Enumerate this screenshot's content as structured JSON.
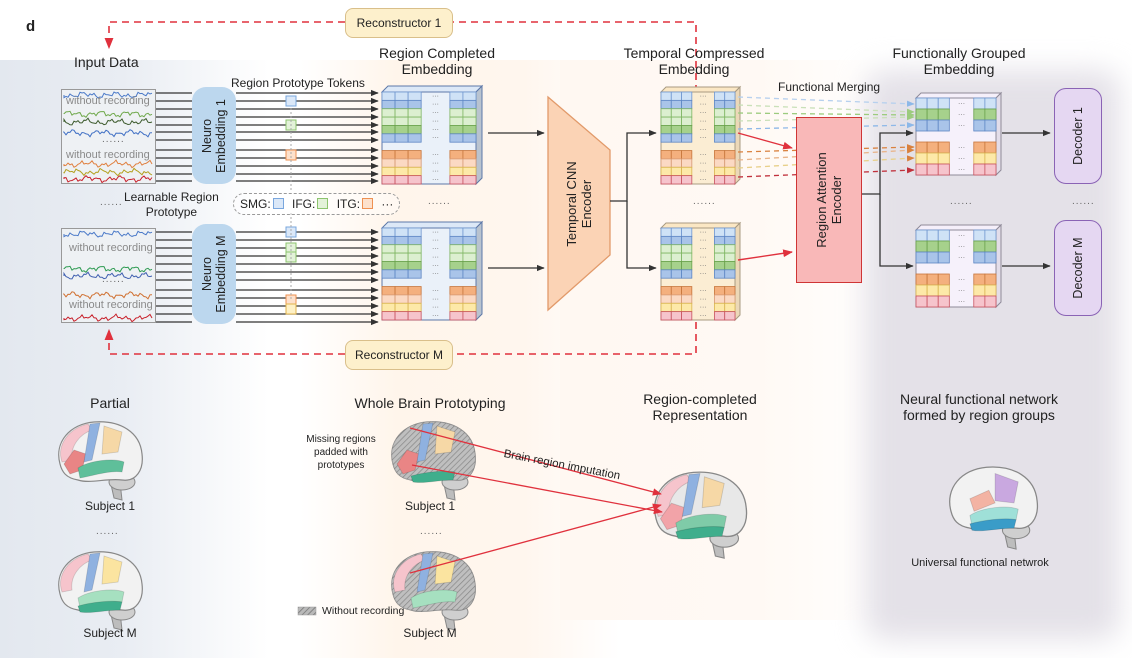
{
  "panel_label": "d",
  "colors": {
    "reconstructor_fill": "#fdf0cc",
    "neuro_embedding_fill": "#bcd7ee",
    "cnn_encoder_fill": "#fbd3b5",
    "region_attention_fill": "#f9b8b8",
    "decoder_fill": "#e5d7f2",
    "feedback_arrow": "#e0313d",
    "region_blue_light": "#cfe2f6",
    "region_blue": "#a9c4e9",
    "region_green_light": "#dcefd0",
    "region_green": "#a6d18c",
    "region_orange": "#f4b07e",
    "region_peach": "#fbd9c3",
    "region_yellow": "#fde9a8",
    "region_pink": "#f6c4cc"
  },
  "top_flow": {
    "input_data_title": "Input Data",
    "reconstructor_1": "Reconstructor 1",
    "reconstructor_m": "Reconstructor M",
    "region_prototype_tokens": "Region Prototype Tokens",
    "region_completed_embedding": [
      "Region Completed",
      "Embedding"
    ],
    "temporal_compressed_embedding": [
      "Temporal Compressed",
      "Embedding"
    ],
    "functionally_grouped_embedding": [
      "Functionally Grouped",
      "Embedding"
    ],
    "functional_merging": "Functional Merging",
    "neuro_embedding_1": [
      "Neuro",
      "Embedding 1"
    ],
    "neuro_embedding_m": [
      "Neuro",
      "Embedding M"
    ],
    "without_recording": "without recording",
    "ellipsis": "......",
    "learnable_region_prototype": [
      "Learnable Region",
      "Prototype"
    ],
    "prototype_legend": [
      {
        "name": "SMG:",
        "color": "#7aa7de"
      },
      {
        "name": "IFG:",
        "color": "#8cc46e"
      },
      {
        "name": "ITG:",
        "color": "#ee9152"
      }
    ],
    "prototype_legend_more": "···",
    "temporal_cnn_encoder": [
      "Temporal CNN",
      "Encoder"
    ],
    "region_attention_encoder": [
      "Region Attention",
      "Encoder"
    ],
    "decoder_1": "Decoder 1",
    "decoder_m": "Decoder M"
  },
  "bottom": {
    "partial": {
      "title": "Partial",
      "subject_1": "Subject 1",
      "subject_m": "Subject M",
      "ellipsis": "......"
    },
    "whole_brain": {
      "title": "Whole Brain Prototyping",
      "missing_note": [
        "Missing regions",
        "padded with",
        "prototypes"
      ],
      "subject_1": "Subject 1",
      "subject_m": "Subject M",
      "ellipsis": "......",
      "legend_without_recording": "Without recording"
    },
    "imputation_label": "Brain region imputation",
    "region_completed": {
      "title": [
        "Region-completed",
        "Representation"
      ]
    },
    "functional_network": {
      "title": [
        "Neural functional network",
        "formed by region groups"
      ],
      "caption": "Universal functional netwrok"
    }
  }
}
